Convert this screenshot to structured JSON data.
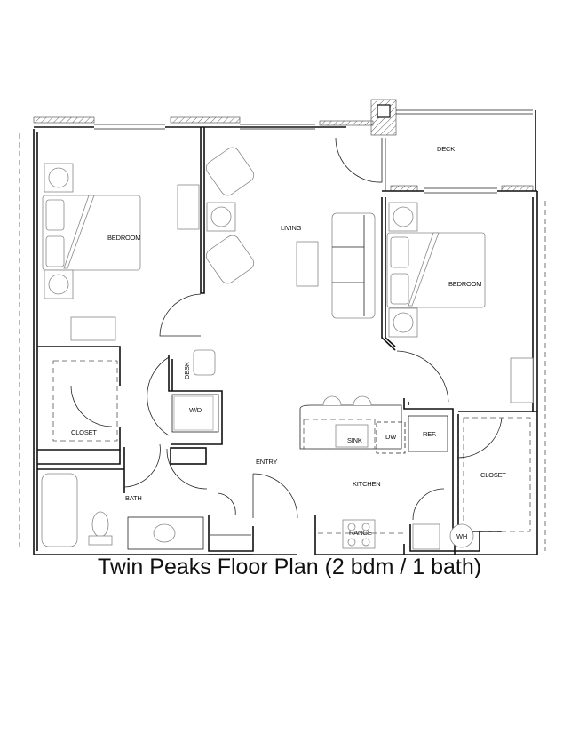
{
  "title": "Twin Peaks Floor Plan (2 bdm / 1 bath)",
  "rooms": {
    "bedroom_left": "BEDROOM",
    "living": "LIVING",
    "deck": "DECK",
    "bedroom_right": "BEDROOM",
    "desk": "DESK",
    "wd": "W/D",
    "closet_left": "CLOSET",
    "bath": "BATH",
    "entry": "ENTRY",
    "kitchen": "KITCHEN",
    "sink": "SINK",
    "dw": "DW",
    "ref": "REF.",
    "closet_right": "CLOSET",
    "range": "RANGE",
    "wh": "WH"
  },
  "colors": {
    "wall": "#111111",
    "furniture": "#888888",
    "background": "#ffffff"
  }
}
